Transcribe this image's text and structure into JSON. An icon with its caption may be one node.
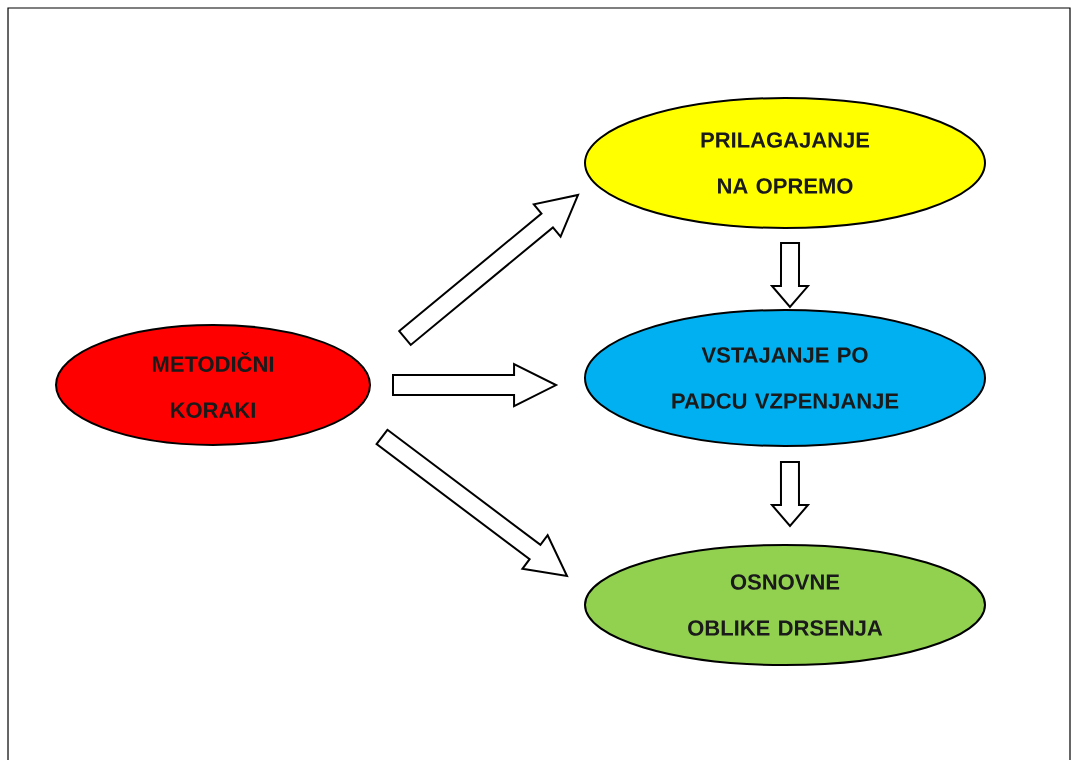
{
  "diagram": {
    "nodes": [
      {
        "text": [
          "METODIČNI KORAKI"
        ]
      },
      {
        "text": [
          "PRILAGAJANJE NA OPREMO"
        ]
      },
      {
        "text": [
          "VSTAJANJE PO PADCU VZPENJANJE"
        ]
      },
      {
        "text": [
          "OSNOVNE OBLIKE DRSENJA"
        ]
      }
    ],
    "edges": [
      {
        "from": 0,
        "to": 1,
        "arrow": "to"
      },
      {
        "from": 0,
        "to": 2,
        "arrow": "to"
      },
      {
        "from": 0,
        "to": 3,
        "arrow": "to"
      },
      {
        "from": 1,
        "to": 2,
        "arrow": "to"
      },
      {
        "from": 2,
        "to": 3,
        "arrow": "to"
      }
    ]
  }
}
